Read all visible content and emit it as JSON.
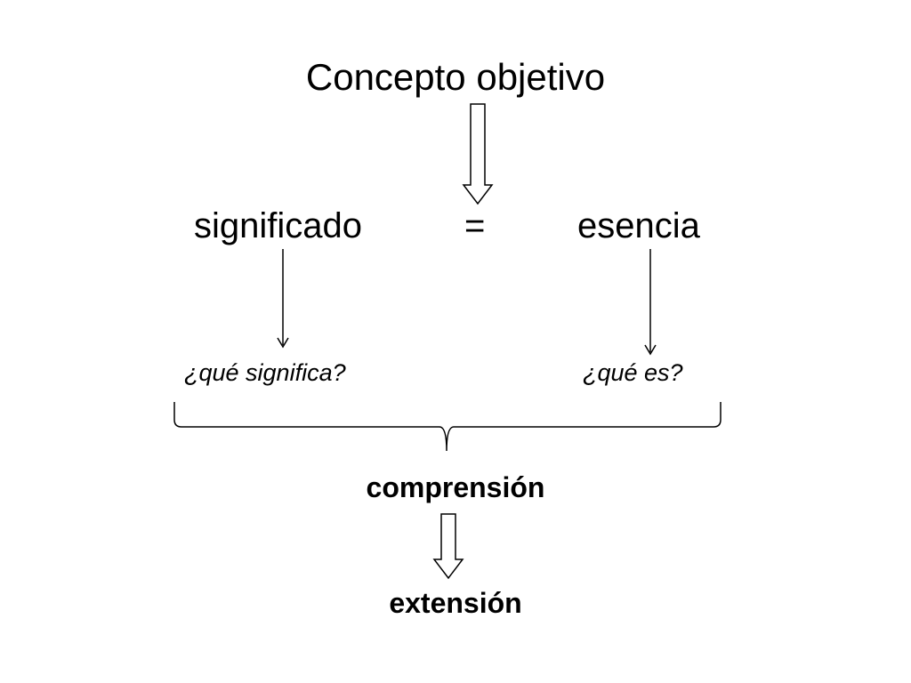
{
  "diagram": {
    "title": "Concepto objetivo",
    "left_term": "significado",
    "equals": "=",
    "right_term": "esencia",
    "left_question": "¿qué significa?",
    "right_question": "¿qué es?",
    "result": "comprensión",
    "final": "extensión"
  }
}
